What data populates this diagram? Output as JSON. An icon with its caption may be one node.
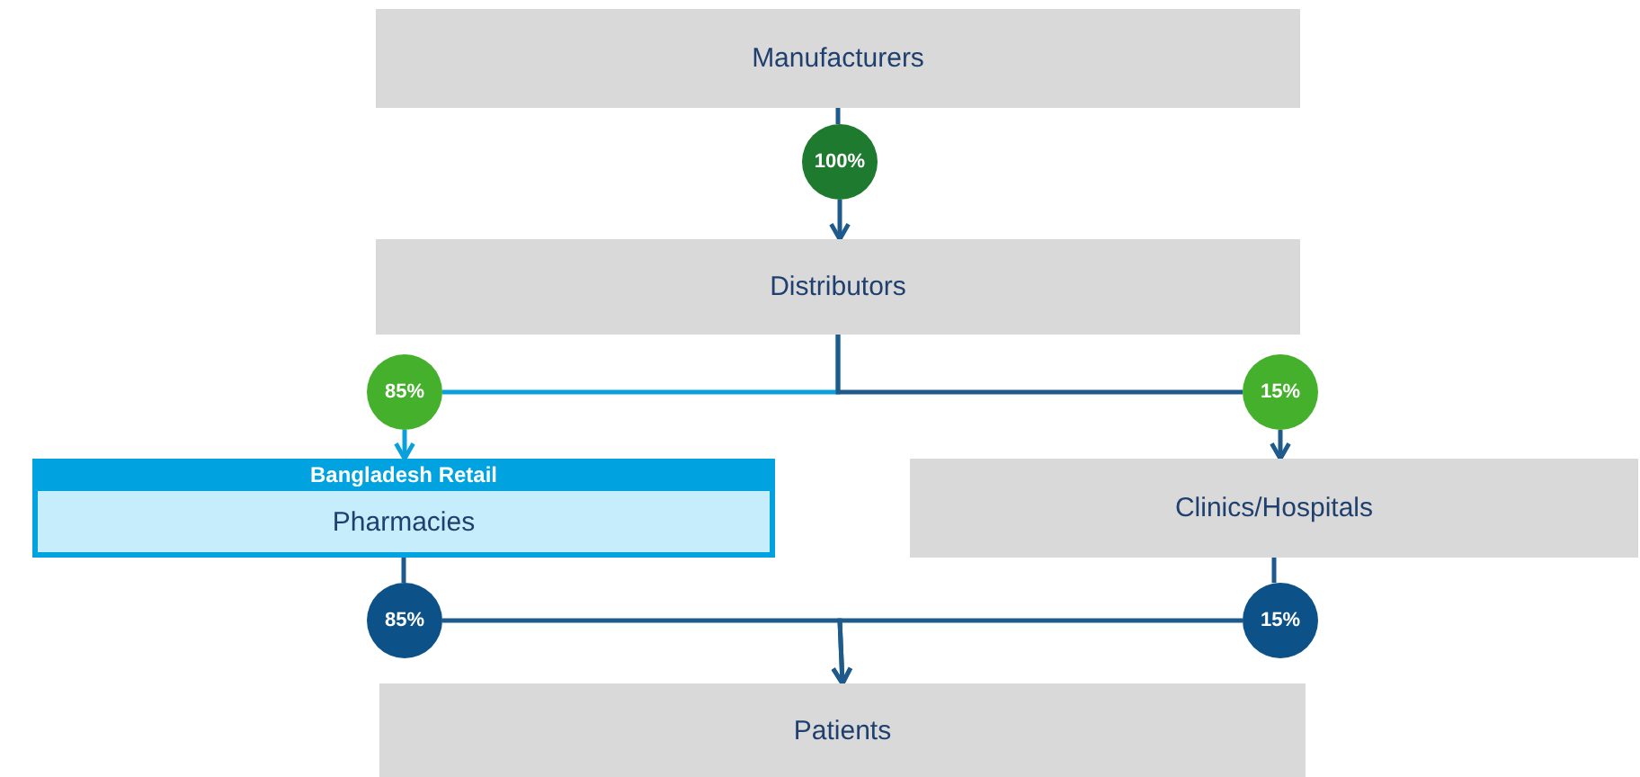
{
  "diagram": {
    "nodes": [
      {
        "text": [
          "Manufacturers"
        ]
      },
      {
        "text": [
          "100%"
        ]
      },
      {
        "text": [
          "Distributors"
        ]
      },
      {
        "text": [
          "85%"
        ]
      },
      {
        "text": [
          "15%"
        ]
      },
      {
        "text": [
          "Bangladesh Retail",
          "Pharmacies"
        ]
      },
      {
        "text": [
          "Clinics/Hospitals"
        ]
      },
      {
        "text": [
          "85%"
        ]
      },
      {
        "text": [
          "15%"
        ]
      },
      {
        "text": [
          "Patients"
        ]
      }
    ],
    "edges": [
      {
        "from": 0,
        "to": 1,
        "arrow": "none"
      },
      {
        "from": 1,
        "to": 2,
        "arrow": "to"
      },
      {
        "from": 2,
        "to": 3,
        "arrow": "none",
        "color": "#0aa0dc"
      },
      {
        "from": 2,
        "to": 4,
        "arrow": "none"
      },
      {
        "from": 3,
        "to": 5,
        "arrow": "to",
        "color": "#0aa0dc"
      },
      {
        "from": 4,
        "to": 6,
        "arrow": "to"
      },
      {
        "from": 5,
        "to": 7,
        "arrow": "none"
      },
      {
        "from": 6,
        "to": 8,
        "arrow": "none"
      },
      {
        "from": 7,
        "to": 9,
        "arrow": "to"
      },
      {
        "from": 8,
        "to": 9,
        "arrow": "to"
      }
    ]
  }
}
